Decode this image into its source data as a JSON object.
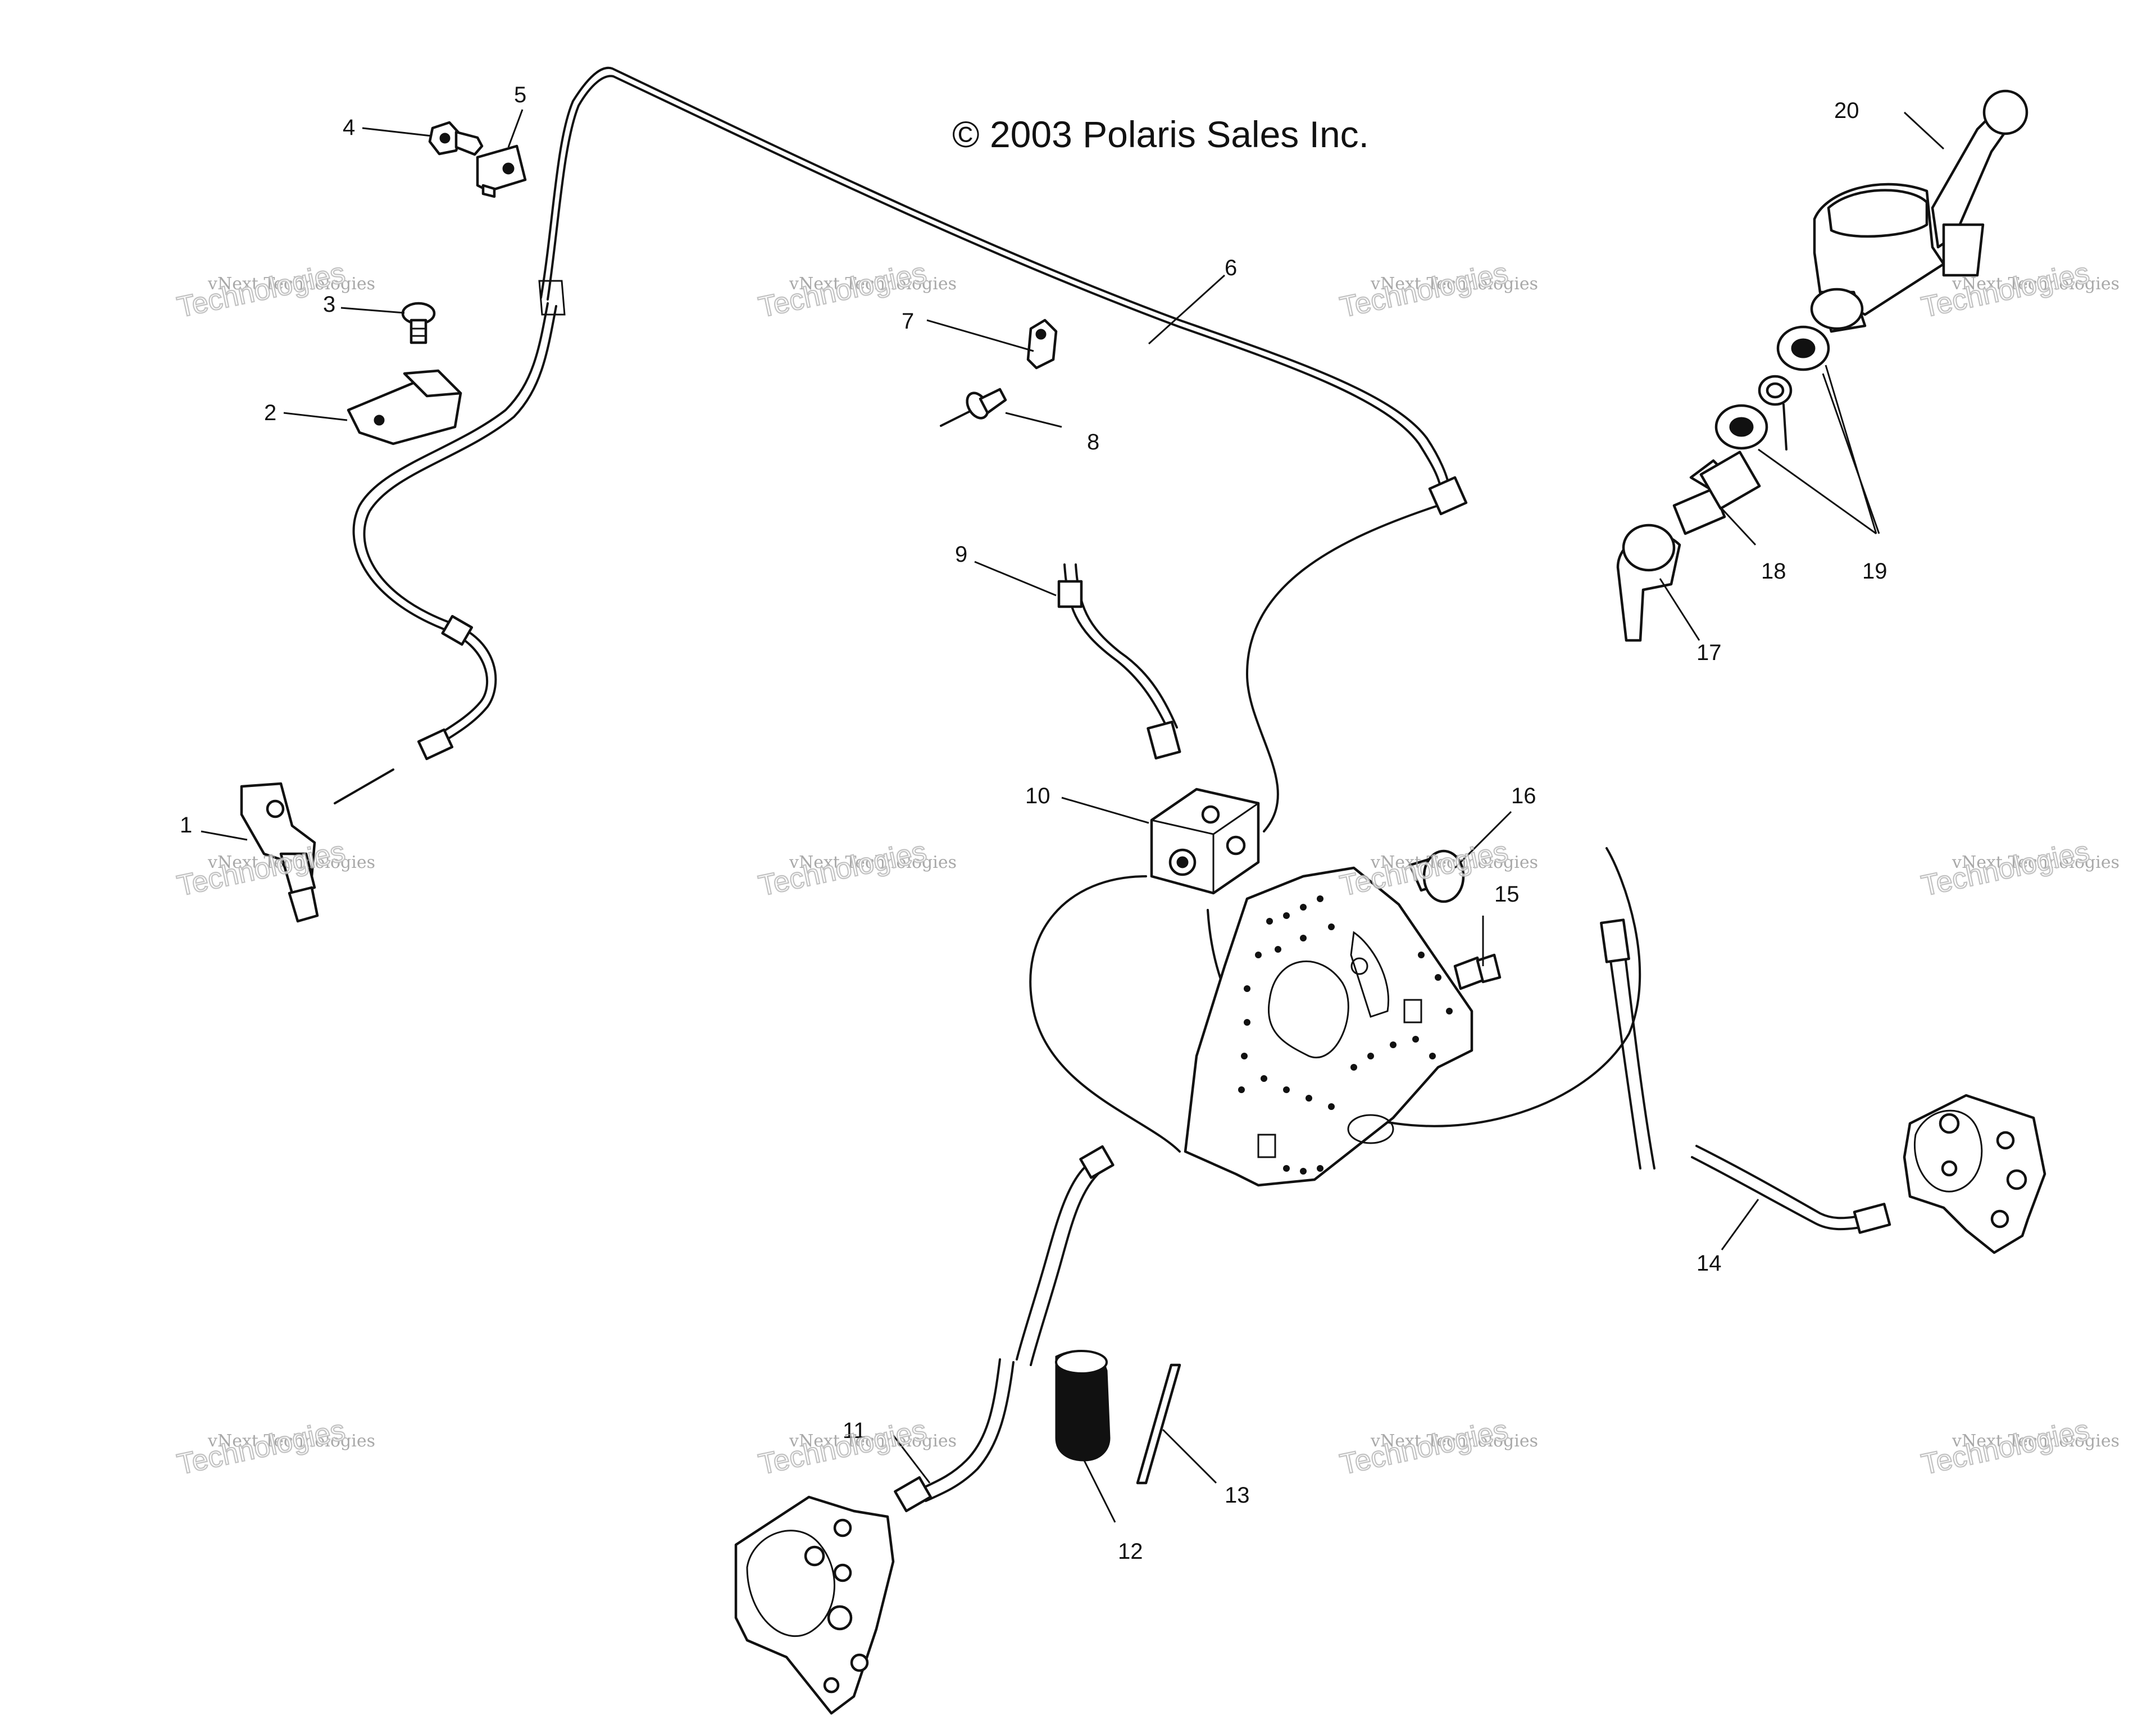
{
  "copyright": "© 2003 Polaris Sales Inc.",
  "watermark": {
    "line1": "vNext Technologies",
    "line2": "Technologies"
  },
  "callouts": [
    "1",
    "2",
    "3",
    "4",
    "5",
    "6",
    "7",
    "8",
    "9",
    "10",
    "11",
    "12",
    "13",
    "14",
    "15",
    "16",
    "17",
    "18",
    "19",
    "20"
  ]
}
